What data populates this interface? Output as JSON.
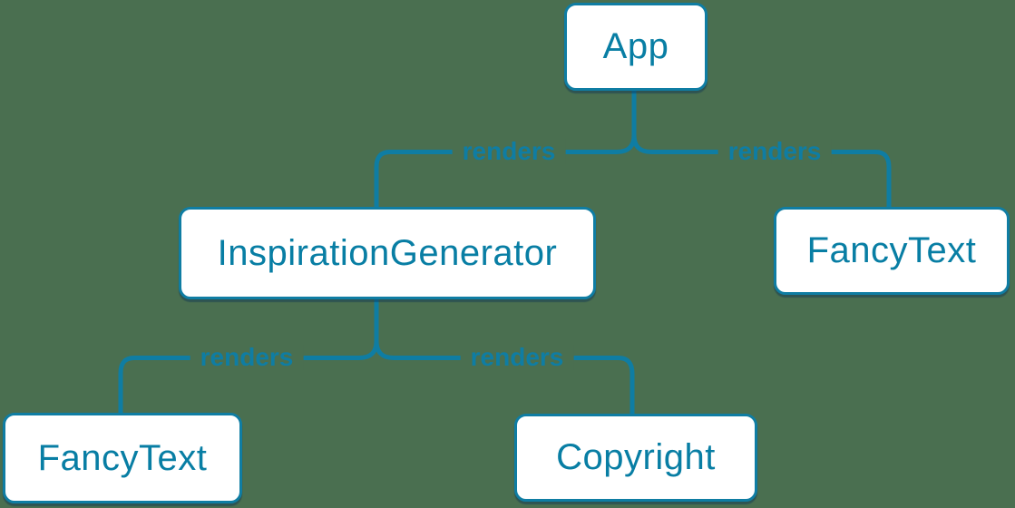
{
  "diagram": {
    "type": "tree",
    "nodes": [
      {
        "id": "app",
        "label": "App"
      },
      {
        "id": "inspiration",
        "label": "InspirationGenerator"
      },
      {
        "id": "fancytext-top",
        "label": "FancyText"
      },
      {
        "id": "fancytext-bottom",
        "label": "FancyText"
      },
      {
        "id": "copyright",
        "label": "Copyright"
      }
    ],
    "edges": [
      {
        "from": "App",
        "to": "InspirationGenerator",
        "label": "renders"
      },
      {
        "from": "App",
        "to": "FancyText",
        "label": "renders"
      },
      {
        "from": "InspirationGenerator",
        "to": "FancyText",
        "label": "renders"
      },
      {
        "from": "InspirationGenerator",
        "to": "Copyright",
        "label": "renders"
      }
    ],
    "colors": {
      "background": "#4A6F50",
      "accent": "#0F7DA3",
      "node_text": "#087EA4",
      "node_background": "#FFFFFF"
    }
  }
}
